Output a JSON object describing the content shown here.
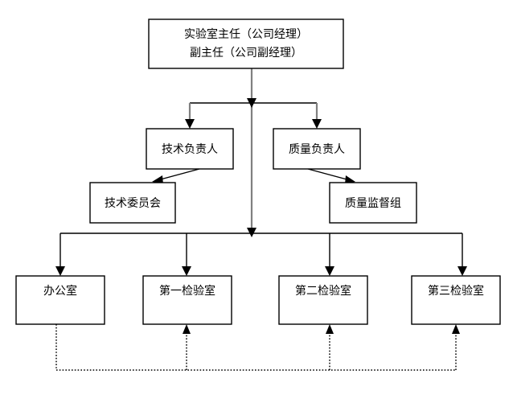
{
  "diagram": {
    "type": "organizational-chart",
    "title": "",
    "background_color": "#ffffff",
    "box_border_color": "#000000",
    "box_fill_color": "#ffffff",
    "solid_connector_color": "#000000",
    "gray_connector_color": "#808080",
    "dotted_connector_color": "#000000"
  },
  "nodes": {
    "director": {
      "line1": "实验室主任（公司经理）",
      "line2": "副主任（公司副经理）"
    },
    "technical_head": {
      "label": "技术负责人"
    },
    "quality_head": {
      "label": "质量负责人"
    },
    "technical_committee": {
      "label": "技术委员会"
    },
    "quality_supervision": {
      "label": "质量监督组"
    },
    "office": {
      "label": "办公室"
    },
    "lab_one": {
      "label": "第一检验室"
    },
    "lab_two": {
      "label": "第二检验室"
    },
    "lab_three": {
      "label": "第三检验室"
    }
  },
  "connectors": {
    "director_to_technical_head": "solid-arrow-down",
    "director_to_quality_head": "solid-arrow-down",
    "director_to_departments": "solid-arrow-down",
    "technical_head_to_committee": "diagonal-arrow-down-left",
    "quality_head_to_supervision": "diagonal-arrow-down-right",
    "departments_bus_to_office": "solid-arrow-down",
    "departments_bus_to_lab_one": "solid-arrow-down",
    "departments_bus_to_lab_two": "solid-arrow-down",
    "departments_bus_to_lab_three": "solid-arrow-down",
    "office_to_lab_one": "dotted-arrow-up",
    "office_to_lab_two": "dotted-arrow-up",
    "office_to_lab_three": "dotted-arrow-up"
  }
}
